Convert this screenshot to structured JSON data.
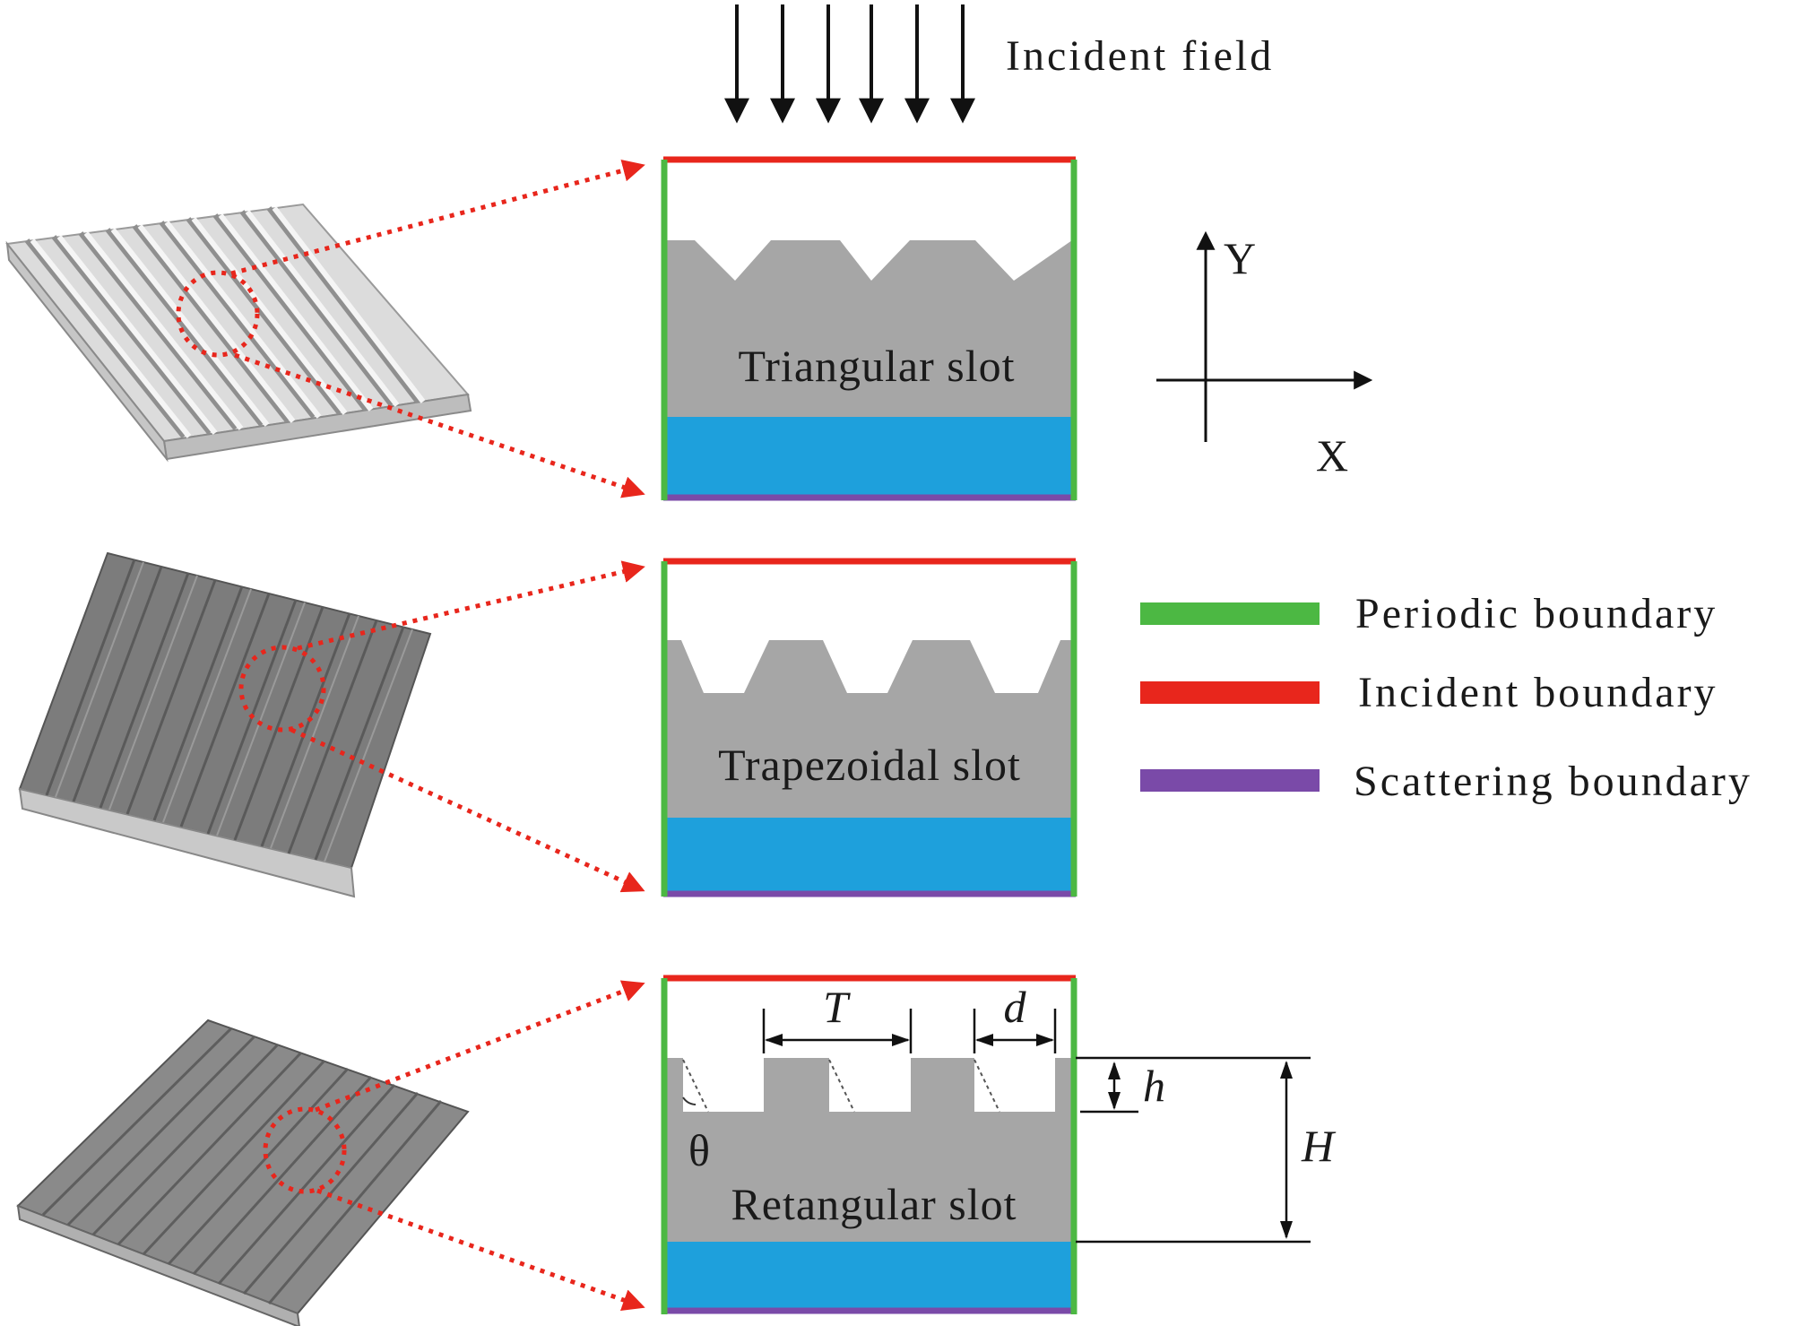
{
  "incident_label": "Incident  field",
  "axes": {
    "y_label": "Y",
    "x_label": "X"
  },
  "panels": [
    {
      "slot_label": "Triangular slot"
    },
    {
      "slot_label": "Trapezoidal slot"
    },
    {
      "slot_label": "Retangular slot"
    }
  ],
  "legend": [
    {
      "label": "Periodic  boundary",
      "color": "#4cb843"
    },
    {
      "label": "Incident  boundary",
      "color": "#e8261c"
    },
    {
      "label": "Scattering  boundary",
      "color": "#7a4aa8"
    }
  ],
  "dimensions": {
    "period": "T",
    "width": "d",
    "depth": "h",
    "height": "H",
    "angle": "θ"
  },
  "colors": {
    "substrate": "#a6a6a6",
    "base_layer": "#1ea0dc",
    "arrow": "#111111",
    "zoom_dotted": "#e8261c"
  },
  "icons": {
    "incident-arrows": "six-down-arrows",
    "zoom-circle": "dotted-circle",
    "plate": "corrugated-plate-3d"
  }
}
